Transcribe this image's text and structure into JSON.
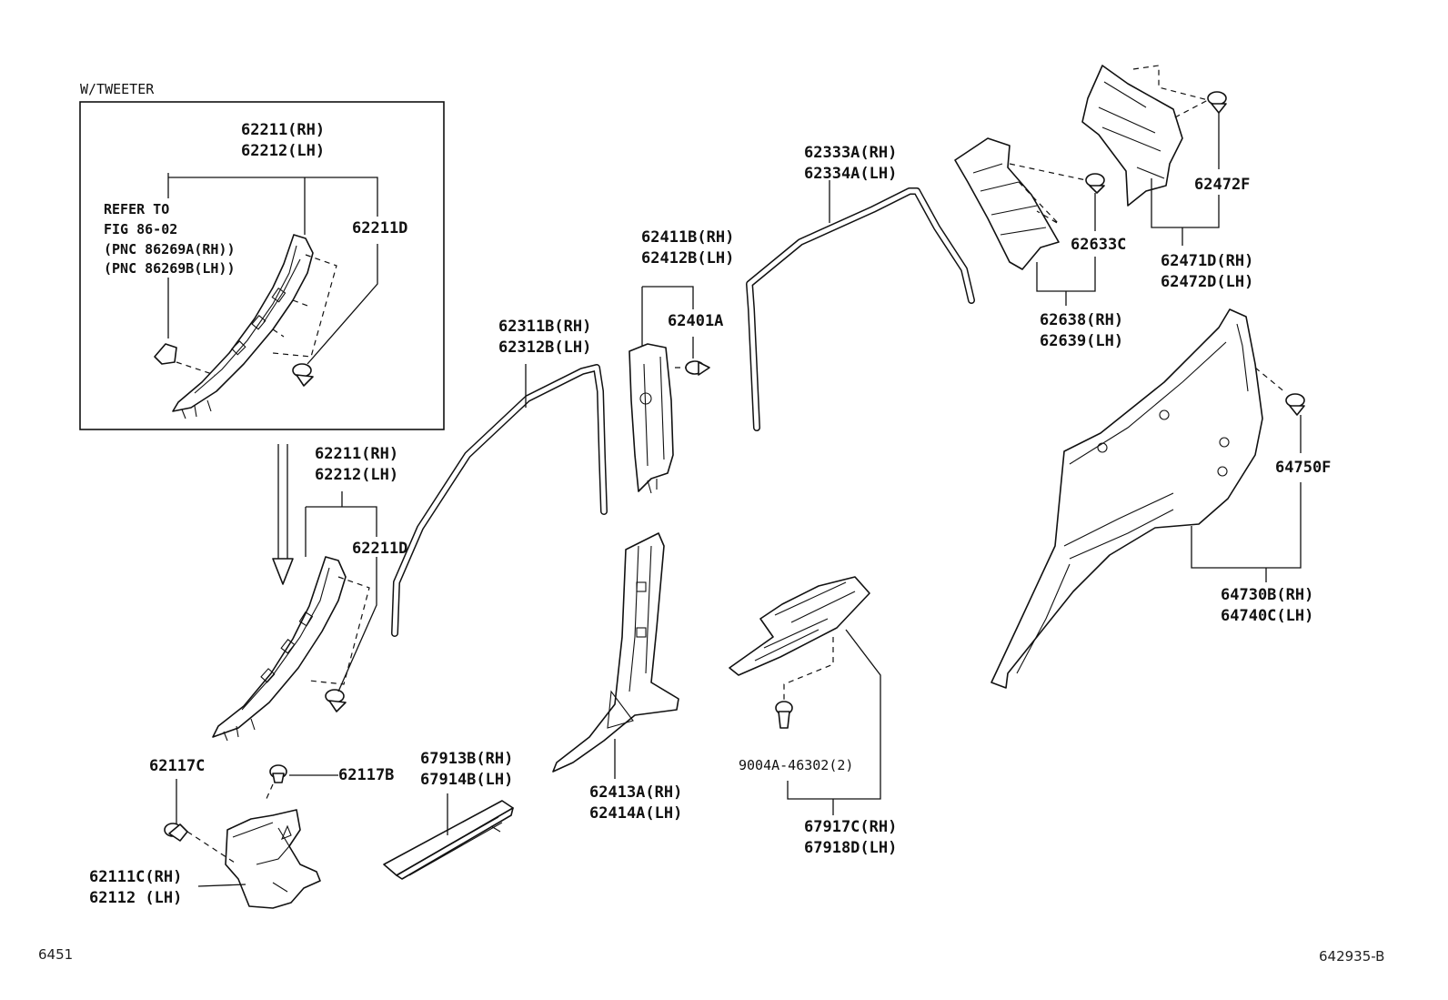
{
  "inset": {
    "title": "W/TWEETER",
    "part_number_rh": "62211(RH)",
    "part_number_lh": "62212(LH)",
    "clip": "62211D",
    "refer_lines": [
      "REFER TO",
      "FIG 86-02",
      "(PNC 86269A(RH))",
      "(PNC 86269B(LH))"
    ]
  },
  "callouts": {
    "a_pillar_rh": "62211(RH)",
    "a_pillar_lh": "62212(LH)",
    "a_pillar_clip": "62211D",
    "cowl_clip_c": "62117C",
    "cowl_clip_b": "62117B",
    "cowl_rh": "62111C(RH)",
    "cowl_lh": "62112 (LH)",
    "scuff_front_rh": "67913B(RH)",
    "scuff_front_lh": "67914B(LH)",
    "weatherstrip_front_rh": "62311B(RH)",
    "weatherstrip_front_lh": "62312B(LH)",
    "b_upper_rh": "62411B(RH)",
    "b_upper_lh": "62412B(LH)",
    "b_clip": "62401A",
    "b_lower_rh": "62413A(RH)",
    "b_lower_lh": "62414A(LH)",
    "weatherstrip_rear_rh": "62333A(RH)",
    "weatherstrip_rear_lh": "62334A(LH)",
    "c_clip": "62633C",
    "c_pillar_rh": "62638(RH)",
    "c_pillar_lh": "62639(LH)",
    "d_clip": "62472F",
    "d_pillar_rh": "62471D(RH)",
    "d_pillar_lh": "62472D(LH)",
    "quarter_clip": "64750F",
    "quarter_trim_rh": "64730B(RH)",
    "quarter_trim_lh": "64740C(LH)",
    "scuff_clip": "9004A-46302(2)",
    "scuff_rear_rh": "67917C(RH)",
    "scuff_rear_lh": "67918D(LH)"
  },
  "footer": {
    "left_code": "6451",
    "right_code": "642935-B"
  }
}
